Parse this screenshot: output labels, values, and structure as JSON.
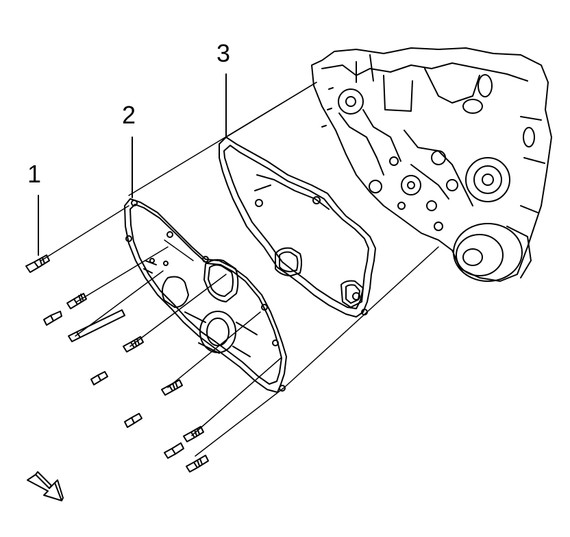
{
  "callouts": {
    "c1": "1",
    "c2": "2",
    "c3": "3"
  },
  "colors": {
    "ink": "#000000",
    "background": "#ffffff"
  },
  "icons": {
    "view_direction": "view-direction-arrow-icon"
  }
}
